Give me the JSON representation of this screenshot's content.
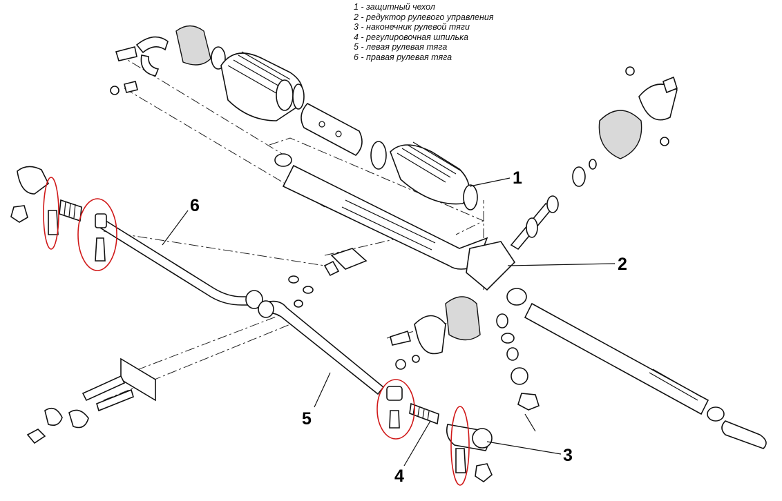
{
  "legend": {
    "items": [
      "1 - защитный чехол",
      "2 - редуктор рулевого управления",
      "3 - наконечник рулевой тяги",
      "4 - регулировочная шпилька",
      "5 - левая рулевая тяга",
      "6 - правая рулевая тяга"
    ]
  },
  "callouts": {
    "c1": "1",
    "c2": "2",
    "c3": "3",
    "c4": "4",
    "c5": "5",
    "c6": "6"
  },
  "colors": {
    "line": "#111111",
    "highlight_ellipse": "#d01818",
    "background": "#ffffff"
  }
}
